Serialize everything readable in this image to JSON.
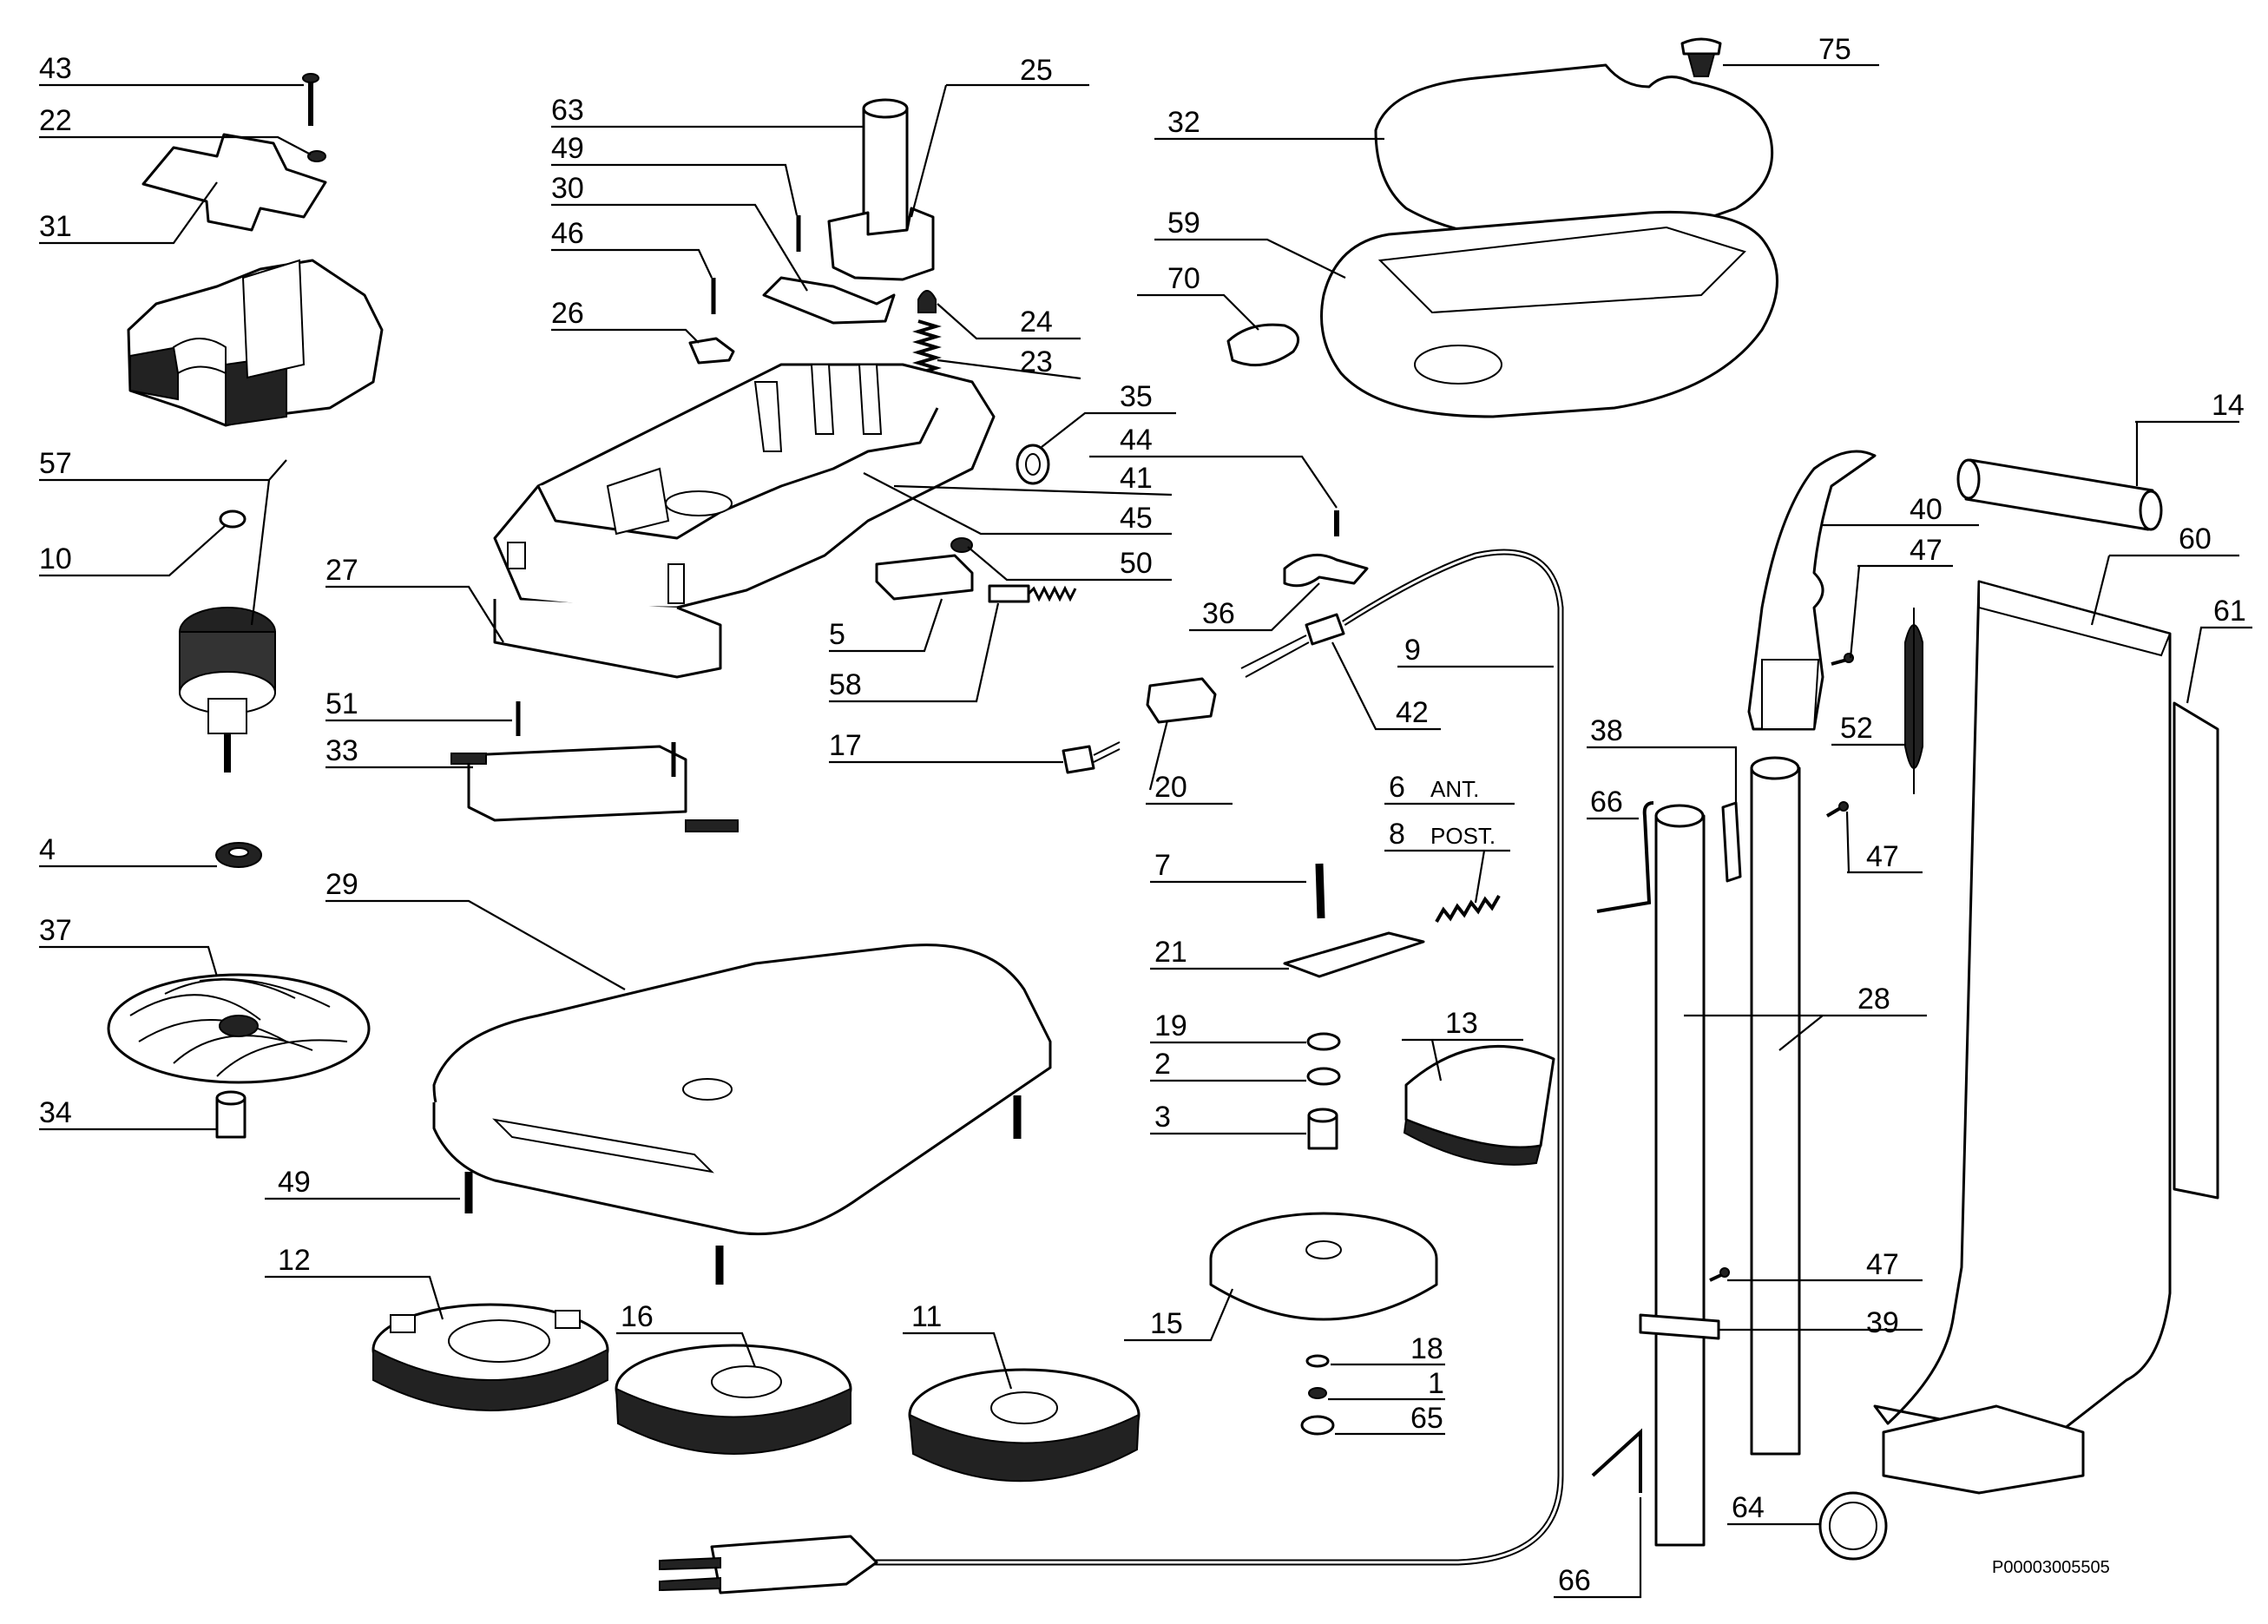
{
  "catalog_code": "P00003005505",
  "callouts": [
    {
      "id": "c43",
      "num": "43"
    },
    {
      "id": "c22",
      "num": "22"
    },
    {
      "id": "c31",
      "num": "31"
    },
    {
      "id": "c57",
      "num": "57"
    },
    {
      "id": "c10",
      "num": "10"
    },
    {
      "id": "c4",
      "num": "4"
    },
    {
      "id": "c37",
      "num": "37"
    },
    {
      "id": "c34",
      "num": "34"
    },
    {
      "id": "c63",
      "num": "63"
    },
    {
      "id": "c49a",
      "num": "49"
    },
    {
      "id": "c30",
      "num": "30"
    },
    {
      "id": "c46",
      "num": "46"
    },
    {
      "id": "c26",
      "num": "26"
    },
    {
      "id": "c25",
      "num": "25"
    },
    {
      "id": "c24",
      "num": "24"
    },
    {
      "id": "c23",
      "num": "23"
    },
    {
      "id": "c35",
      "num": "35"
    },
    {
      "id": "c44",
      "num": "44"
    },
    {
      "id": "c41",
      "num": "41"
    },
    {
      "id": "c45",
      "num": "45"
    },
    {
      "id": "c27",
      "num": "27"
    },
    {
      "id": "c50",
      "num": "50"
    },
    {
      "id": "c5",
      "num": "5"
    },
    {
      "id": "c58",
      "num": "58"
    },
    {
      "id": "c51",
      "num": "51"
    },
    {
      "id": "c33",
      "num": "33"
    },
    {
      "id": "c17",
      "num": "17"
    },
    {
      "id": "c20",
      "num": "20"
    },
    {
      "id": "c29",
      "num": "29"
    },
    {
      "id": "c49b",
      "num": "49"
    },
    {
      "id": "c12",
      "num": "12"
    },
    {
      "id": "c16",
      "num": "16"
    },
    {
      "id": "c11",
      "num": "11"
    },
    {
      "id": "c32",
      "num": "32"
    },
    {
      "id": "c75",
      "num": "75"
    },
    {
      "id": "c59",
      "num": "59"
    },
    {
      "id": "c70",
      "num": "70"
    },
    {
      "id": "c36",
      "num": "36"
    },
    {
      "id": "c9",
      "num": "9"
    },
    {
      "id": "c42",
      "num": "42"
    },
    {
      "id": "c6",
      "num": "6",
      "note": "ANT."
    },
    {
      "id": "c8",
      "num": "8",
      "note": "POST."
    },
    {
      "id": "c7",
      "num": "7"
    },
    {
      "id": "c21",
      "num": "21"
    },
    {
      "id": "c19",
      "num": "19"
    },
    {
      "id": "c2",
      "num": "2"
    },
    {
      "id": "c3",
      "num": "3"
    },
    {
      "id": "c13",
      "num": "13"
    },
    {
      "id": "c15",
      "num": "15"
    },
    {
      "id": "c18",
      "num": "18"
    },
    {
      "id": "c1",
      "num": "1"
    },
    {
      "id": "c65",
      "num": "65"
    },
    {
      "id": "c14",
      "num": "14"
    },
    {
      "id": "c40",
      "num": "40"
    },
    {
      "id": "c47a",
      "num": "47"
    },
    {
      "id": "c60",
      "num": "60"
    },
    {
      "id": "c61",
      "num": "61"
    },
    {
      "id": "c52",
      "num": "52"
    },
    {
      "id": "c38",
      "num": "38"
    },
    {
      "id": "c66a",
      "num": "66"
    },
    {
      "id": "c47b",
      "num": "47"
    },
    {
      "id": "c28",
      "num": "28"
    },
    {
      "id": "c47c",
      "num": "47"
    },
    {
      "id": "c39",
      "num": "39"
    },
    {
      "id": "c64",
      "num": "64"
    },
    {
      "id": "c66b",
      "num": "66"
    }
  ]
}
